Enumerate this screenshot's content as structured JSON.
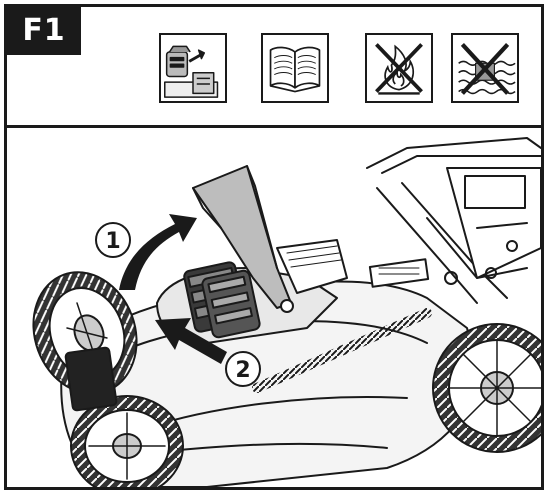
{
  "figure": {
    "label": "F1",
    "icons": [
      {
        "name": "battery-remove-icon"
      },
      {
        "name": "read-manual-icon"
      },
      {
        "name": "no-fire-icon"
      },
      {
        "name": "no-water-icon"
      }
    ],
    "steps": [
      "1",
      "2"
    ]
  }
}
